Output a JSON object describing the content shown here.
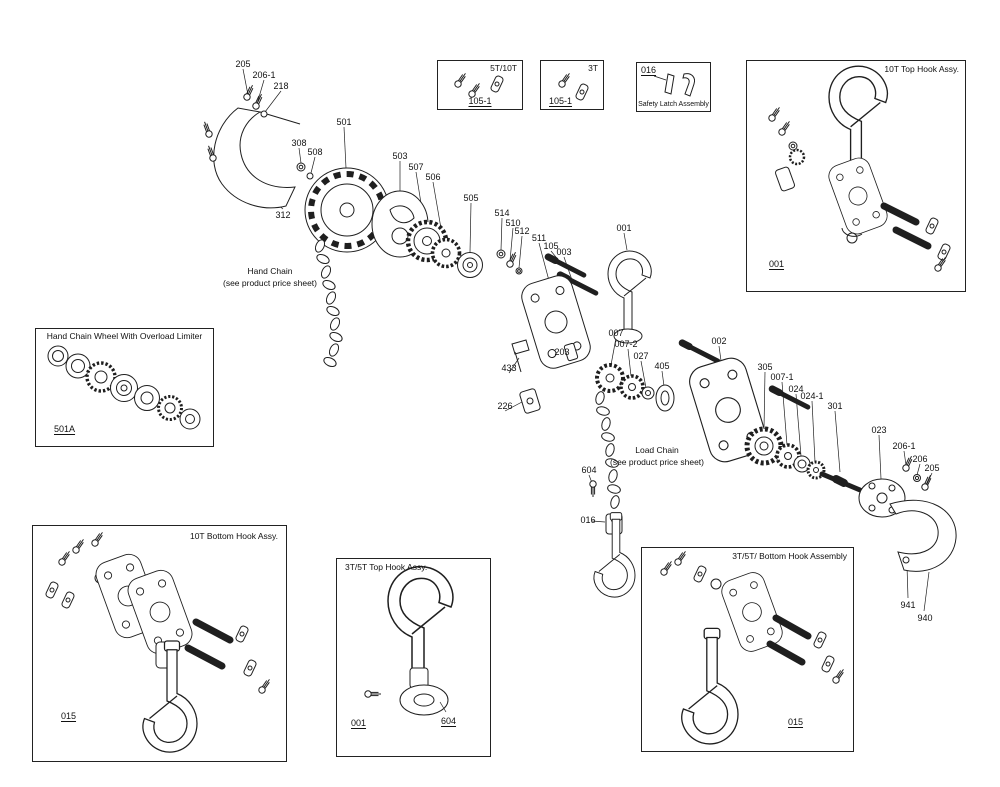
{
  "diagram": {
    "background": "#ffffff",
    "line_color": "#1f1f1f"
  },
  "notes": {
    "hand_chain_line1": "Hand Chain",
    "hand_chain_line2": "(see product price sheet)",
    "load_chain_line1": "Load Chain",
    "load_chain_line2": "(see product price sheet)"
  },
  "insets": {
    "kit_5t_10t": {
      "title": "5T/10T",
      "ref": "105-1"
    },
    "kit_3t": {
      "title": "3T",
      "ref": "105-1"
    },
    "safety_latch": {
      "ref": "016",
      "title": "Safety Latch Assembly"
    },
    "top_hook_10t": {
      "title": "10T Top Hook Assy.",
      "ref": "001"
    },
    "overload_limiter": {
      "title": "Hand Chain Wheel With Overload Limiter",
      "ref": "501A"
    },
    "bottom_hook_10t": {
      "title": "10T Bottom Hook Assy.",
      "ref": "015"
    },
    "top_hook_3t_5t": {
      "title": "3T/5T Top Hook Assy.",
      "ref_left": "001",
      "ref_right": "604"
    },
    "bottom_hook_3t_5t": {
      "title": "3T/5T/ Bottom Hook Assembly",
      "ref": "015"
    }
  },
  "part_labels": [
    {
      "text": "205"
    },
    {
      "text": "206-1"
    },
    {
      "text": "218"
    },
    {
      "text": "501"
    },
    {
      "text": "308"
    },
    {
      "text": "508"
    },
    {
      "text": "503"
    },
    {
      "text": "507"
    },
    {
      "text": "506"
    },
    {
      "text": "505"
    },
    {
      "text": "312"
    },
    {
      "text": "514"
    },
    {
      "text": "510"
    },
    {
      "text": "512"
    },
    {
      "text": "511"
    },
    {
      "text": "105"
    },
    {
      "text": "003"
    },
    {
      "text": "001"
    },
    {
      "text": "007"
    },
    {
      "text": "007-2"
    },
    {
      "text": "027"
    },
    {
      "text": "405"
    },
    {
      "text": "203"
    },
    {
      "text": "433"
    },
    {
      "text": "226"
    },
    {
      "text": "002"
    },
    {
      "text": "305"
    },
    {
      "text": "007-1"
    },
    {
      "text": "024"
    },
    {
      "text": "024-1"
    },
    {
      "text": "301"
    },
    {
      "text": "023"
    },
    {
      "text": "206-1"
    },
    {
      "text": "206"
    },
    {
      "text": "205"
    },
    {
      "text": "604"
    },
    {
      "text": "016"
    },
    {
      "text": "941"
    },
    {
      "text": "940"
    }
  ]
}
